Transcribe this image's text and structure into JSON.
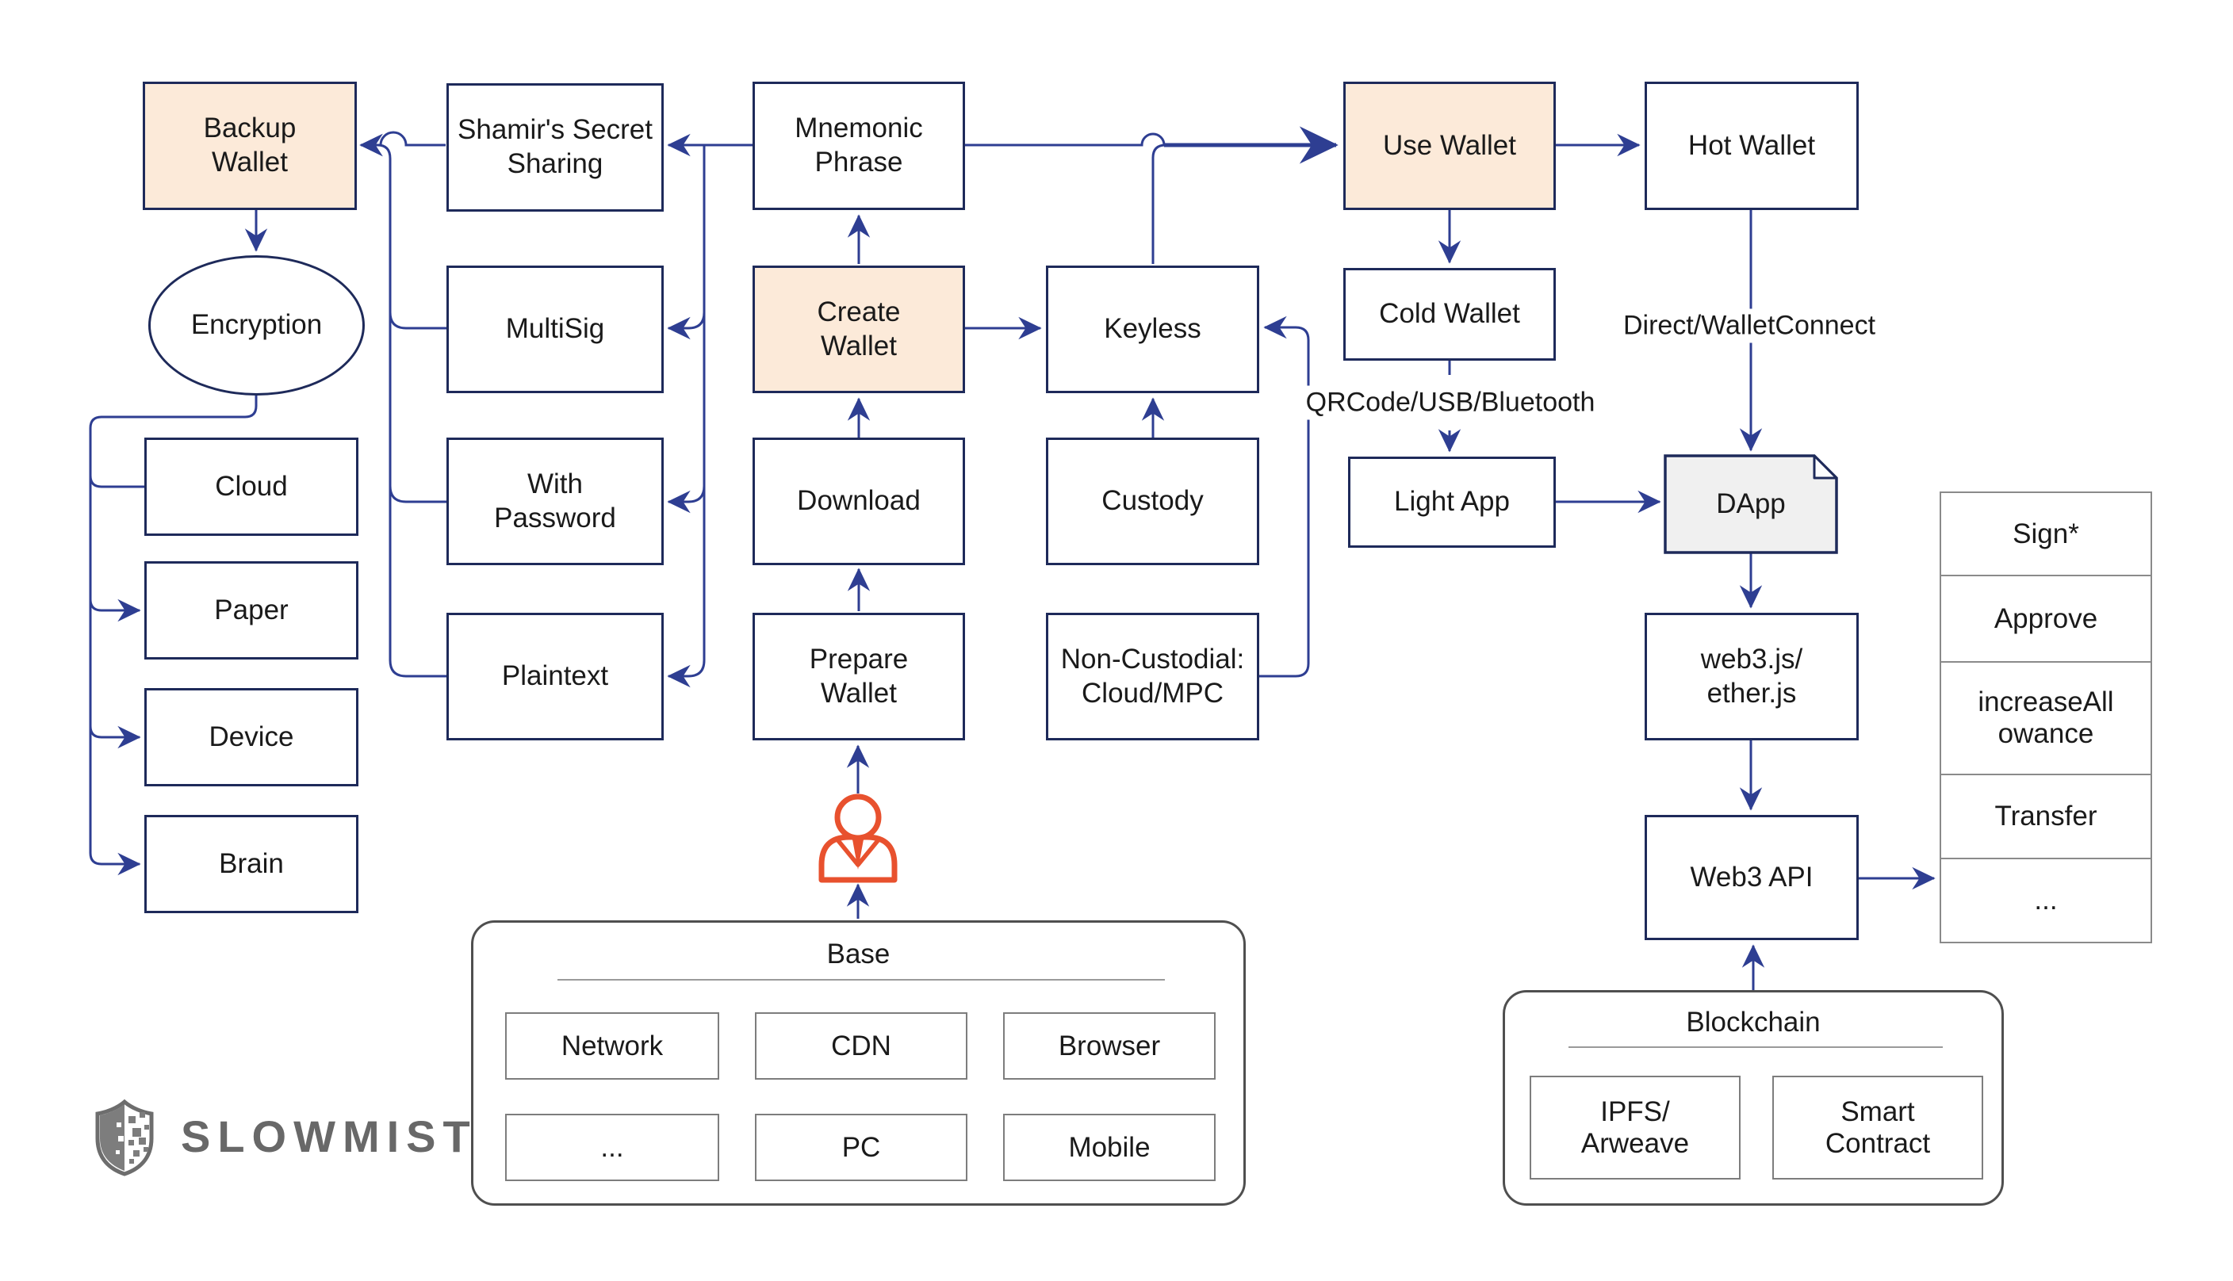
{
  "brand": {
    "name": "SLOWMIST"
  },
  "colors": {
    "line_navy": "#2e3e92",
    "box_border_navy": "#1e2a5a",
    "peach_fill": "#fcead9",
    "dapp_fill": "#f0f0f0",
    "orange_accent": "#e8512e",
    "logo_gray": "#686868",
    "container_border_gray": "#4f4f4f",
    "inner_box_border_gray": "#7d7d7d",
    "text_color": "#1a1a1a"
  },
  "nodes": {
    "backup_wallet": "Backup Wallet",
    "shamir": "Shamir's Secret Sharing",
    "mnemonic": "Mnemonic Phrase",
    "use_wallet": "Use Wallet",
    "hot_wallet": "Hot Wallet",
    "encryption": "Encryption",
    "multisig": "MultiSig",
    "create_wallet": "Create Wallet",
    "keyless": "Keyless",
    "cold_wallet": "Cold Wallet",
    "cloud": "Cloud",
    "with_password": "With Password",
    "download": "Download",
    "custody": "Custody",
    "light_app": "Light App",
    "dapp": "DApp",
    "paper": "Paper",
    "plaintext": "Plaintext",
    "prepare_wallet": "Prepare Wallet",
    "non_custodial": "Non-Custodial: Cloud/MPC",
    "web3js": "web3.js/ether.js",
    "device": "Device",
    "brain": "Brain",
    "web3_api": "Web3 API"
  },
  "edge_labels": {
    "cold_to_light": "QRCode/USB/Bluetooth",
    "hot_to_dapp": "Direct/WalletConnect"
  },
  "stack": {
    "items": [
      "Sign*",
      "Approve",
      "increaseAllowance",
      "Transfer",
      "..."
    ]
  },
  "base_group": {
    "title": "Base",
    "items": [
      "Network",
      "CDN",
      "Browser",
      "...",
      "PC",
      "Mobile"
    ]
  },
  "blockchain_group": {
    "title": "Blockchain",
    "items": [
      "IPFS/Arweave",
      "Smart Contract"
    ]
  }
}
